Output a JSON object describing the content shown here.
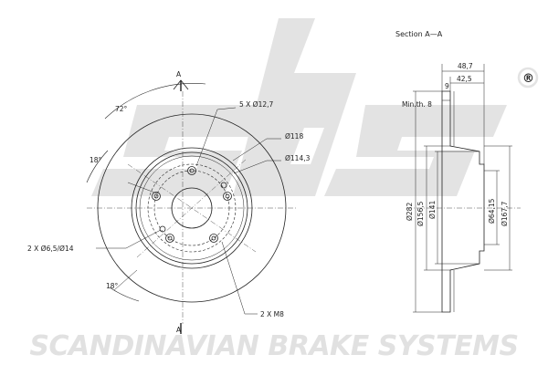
{
  "brand": {
    "logo_text": "sbs",
    "registered_mark": "®",
    "company_name": "SCANDINAVIAN BRAKE SYSTEMS",
    "watermark_color": "#e3e3e3"
  },
  "drawing": {
    "line_color": "#222222",
    "section_title": "Section A—A",
    "section_markers": {
      "top": "A",
      "bottom": "A"
    },
    "front_view": {
      "angles": {
        "top": "72°",
        "left": "18°",
        "bottom": "18°"
      },
      "holes_label": "5 X Ø12,7",
      "pcd_label": "Ø118",
      "d1143_label": "Ø114,3",
      "pin_holes_label": "2 X Ø6,5/Ø14",
      "threads_label": "2 X M8"
    },
    "section_view": {
      "width_overall": "48,7",
      "width_hat": "42,5",
      "thickness": "9",
      "min_thickness": "Min.th. 8",
      "diameters": {
        "outer": "Ø282",
        "d156": "Ø156,5",
        "d141": "Ø141",
        "center": "Ø64,15",
        "d167": "Ø167,7"
      }
    }
  }
}
